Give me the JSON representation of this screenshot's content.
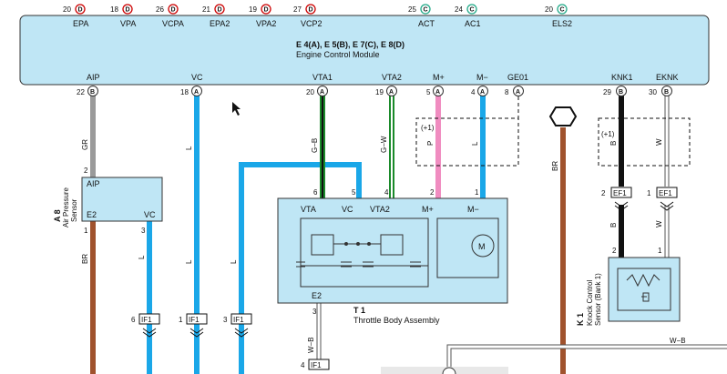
{
  "top_pins": [
    {
      "num": "20",
      "conn": "D",
      "name": "EPA"
    },
    {
      "num": "18",
      "conn": "D",
      "name": "VPA"
    },
    {
      "num": "26",
      "conn": "D",
      "name": "VCPA"
    },
    {
      "num": "21",
      "conn": "D",
      "name": "EPA2"
    },
    {
      "num": "19",
      "conn": "D",
      "name": "VPA2"
    },
    {
      "num": "27",
      "conn": "D",
      "name": "VCP2"
    },
    {
      "num": "25",
      "conn": "C",
      "name": "ACT"
    },
    {
      "num": "24",
      "conn": "C",
      "name": "AC1"
    },
    {
      "num": "20",
      "conn": "C",
      "name": "ELS2"
    }
  ],
  "ecm": {
    "codes": "E 4(A), E 5(B), E 7(C), E 8(D)",
    "name": "Engine Control Module"
  },
  "bottom_pins": [
    {
      "name": "AIP",
      "num": "22",
      "conn": "B"
    },
    {
      "name": "VC",
      "num": "18",
      "conn": "A"
    },
    {
      "name": "VTA1",
      "num": "20",
      "conn": "A"
    },
    {
      "name": "VTA2",
      "num": "19",
      "conn": "A"
    },
    {
      "name": "M+",
      "num": "5",
      "conn": "A"
    },
    {
      "name": "M−",
      "num": "4",
      "conn": "A"
    },
    {
      "name": "GE01",
      "num": "8",
      "conn": "A"
    },
    {
      "name": "KNK1",
      "num": "29",
      "conn": "B"
    },
    {
      "name": "EKNK",
      "num": "30",
      "conn": "B"
    }
  ],
  "wire_colors": {
    "gr": "GR",
    "l": "L",
    "gb": "G−B",
    "gw": "G−W",
    "p": "P",
    "br": "BR",
    "b": "B",
    "w": "W",
    "wb": "W−B",
    "shield": "(+1)"
  },
  "air_sensor": {
    "code": "A 8",
    "name": "Air Pressure",
    "name2": "Sensor",
    "pin_aip": "AIP",
    "pin_e2": "E2",
    "pin_vc": "VC",
    "p2": "2",
    "p1": "1",
    "p3": "3"
  },
  "throttle": {
    "code": "T 1",
    "name": "Throttle Body Assembly",
    "vta": "VTA",
    "vc": "VC",
    "vta2": "VTA2",
    "mplus": "M+",
    "mminus": "M−",
    "e2": "E2",
    "motor": "M",
    "p6": "6",
    "p5": "5",
    "p4": "4",
    "p2": "2",
    "p1": "1",
    "p3": "3"
  },
  "knock": {
    "code": "K 1",
    "name": "Knock Control",
    "name2": "Sensor (Bank 1)",
    "p2": "2",
    "p1": "1"
  },
  "connectors": {
    "if1": "IF1",
    "ef1": "EF1",
    "if1_a": "6",
    "if1_b": "1",
    "if1_c": "3",
    "if1_d": "4",
    "ef1_a": "2",
    "ef1_b": "1"
  },
  "colors": {
    "ecm_fill": "#bfe6f5",
    "blue": "#1aa7e8",
    "brown": "#a0522d",
    "pink": "#f08cc0",
    "green": "#1a8a2a",
    "gray": "#9a9a9a",
    "black": "#111111"
  }
}
